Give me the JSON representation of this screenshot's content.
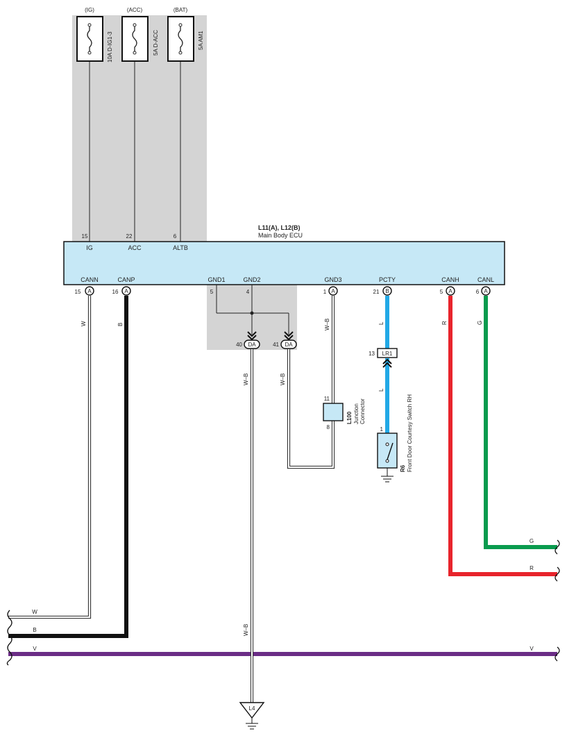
{
  "fuses": [
    {
      "source": "(IG)",
      "rating": "10A D-IG1-3"
    },
    {
      "source": "(ACC)",
      "rating": "5A D-ACC"
    },
    {
      "source": "(BAT)",
      "rating": "5A AM1"
    }
  ],
  "ecu": {
    "code": "L11(A), L12(B)",
    "name": "Main Body ECU",
    "top_pins": [
      {
        "num": "15",
        "label": "IG"
      },
      {
        "num": "22",
        "label": "ACC"
      },
      {
        "num": "6",
        "label": "ALTB"
      }
    ],
    "bottom_pins": [
      {
        "label": "CANN",
        "num": "15",
        "conn": "A"
      },
      {
        "label": "CANP",
        "num": "16",
        "conn": "A"
      },
      {
        "label": "GND1",
        "num": "5",
        "conn": ""
      },
      {
        "label": "GND2",
        "num": "4",
        "conn": ""
      },
      {
        "label": "GND3",
        "num": "1",
        "conn": "A"
      },
      {
        "label": "PCTY",
        "num": "21",
        "conn": "B"
      },
      {
        "label": "CANH",
        "num": "5",
        "conn": "A"
      },
      {
        "label": "CANL",
        "num": "6",
        "conn": "A"
      }
    ]
  },
  "da_connectors": [
    {
      "num": "40",
      "conn": "DA"
    },
    {
      "num": "41",
      "conn": "DA"
    }
  ],
  "lr1": {
    "num": "13",
    "conn": "LR1"
  },
  "junction": {
    "code": "L100",
    "line1": "Junction",
    "line2": "Connector",
    "pin_top": "11",
    "pin_bottom": "8"
  },
  "switch": {
    "code": "R6",
    "name": "Front Door Courtesy Switch RH",
    "pin": "1"
  },
  "ground": {
    "label": "L4"
  },
  "wire_labels": {
    "cann": "W",
    "canp": "B",
    "gnd3": "W–B",
    "da40": "W–B",
    "da41": "W–B",
    "pcty_upper": "L",
    "pcty_lower": "L",
    "canh": "R",
    "canl": "G",
    "bus_g": "G",
    "bus_r": "R",
    "bus_w": "W",
    "bus_b": "B",
    "bus_v": "V",
    "ground_wire": "W–B"
  },
  "colors": {
    "ecu_fill": "#c6e8f6",
    "shade": "#d4d4d4",
    "wire_blue": "#22a9e6",
    "wire_red": "#e8242c",
    "wire_green": "#0a9b4e",
    "wire_purple": "#6b2d86",
    "wire_black": "#111111"
  }
}
